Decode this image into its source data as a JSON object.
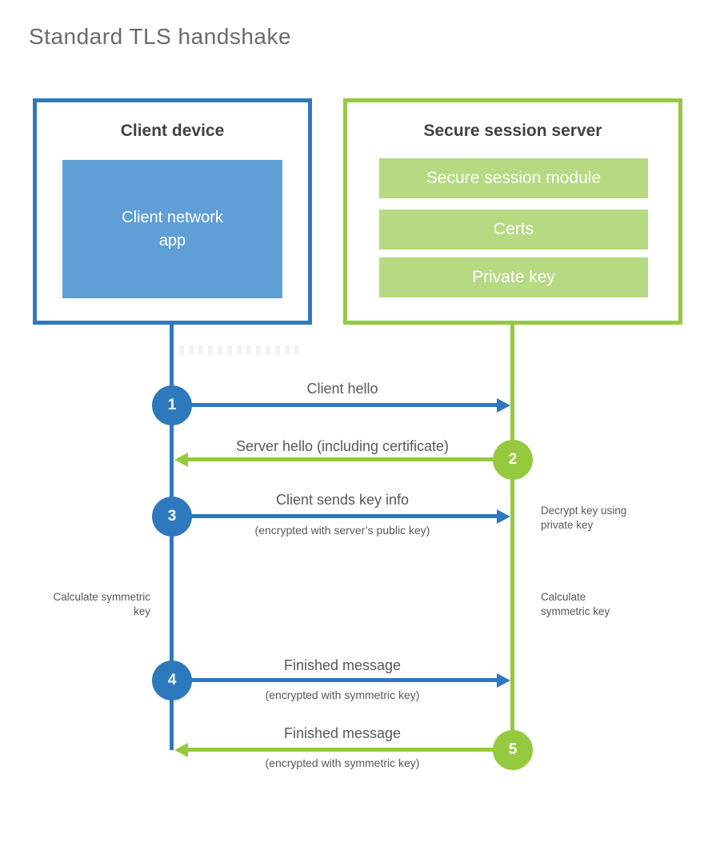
{
  "title": "Standard TLS handshake",
  "client": {
    "heading": "Client device",
    "app_label": "Client network app"
  },
  "server": {
    "heading": "Secure session server",
    "modules": [
      "Secure session module",
      "Certs",
      "Private key"
    ]
  },
  "steps": [
    {
      "num": "1",
      "label": "Client hello",
      "direction": "right",
      "color": "blue"
    },
    {
      "num": "2",
      "label": "Server hello (including certificate)",
      "direction": "left",
      "color": "green"
    },
    {
      "num": "3",
      "label": "Client sends key info",
      "sub": "(encrypted with server’s public key)",
      "direction": "right",
      "color": "blue"
    },
    {
      "num": "4",
      "label": "Finished message",
      "sub": "(encrypted with symmetric key)",
      "direction": "right",
      "color": "blue"
    },
    {
      "num": "5",
      "label": "Finished message",
      "sub": "(encrypted with symmetric key)",
      "direction": "left",
      "color": "green"
    }
  ],
  "notes": {
    "decrypt": "Decrypt key using private key",
    "calc_left": "Calculate symmetric key",
    "calc_right": "Calculate symmetric key"
  },
  "colors": {
    "blue": "#2e79bd",
    "blue_fill": "#5f9fd6",
    "green": "#95c93f",
    "green_fill": "#b6d981",
    "text": "#55575a",
    "heading": "#3f4245"
  }
}
